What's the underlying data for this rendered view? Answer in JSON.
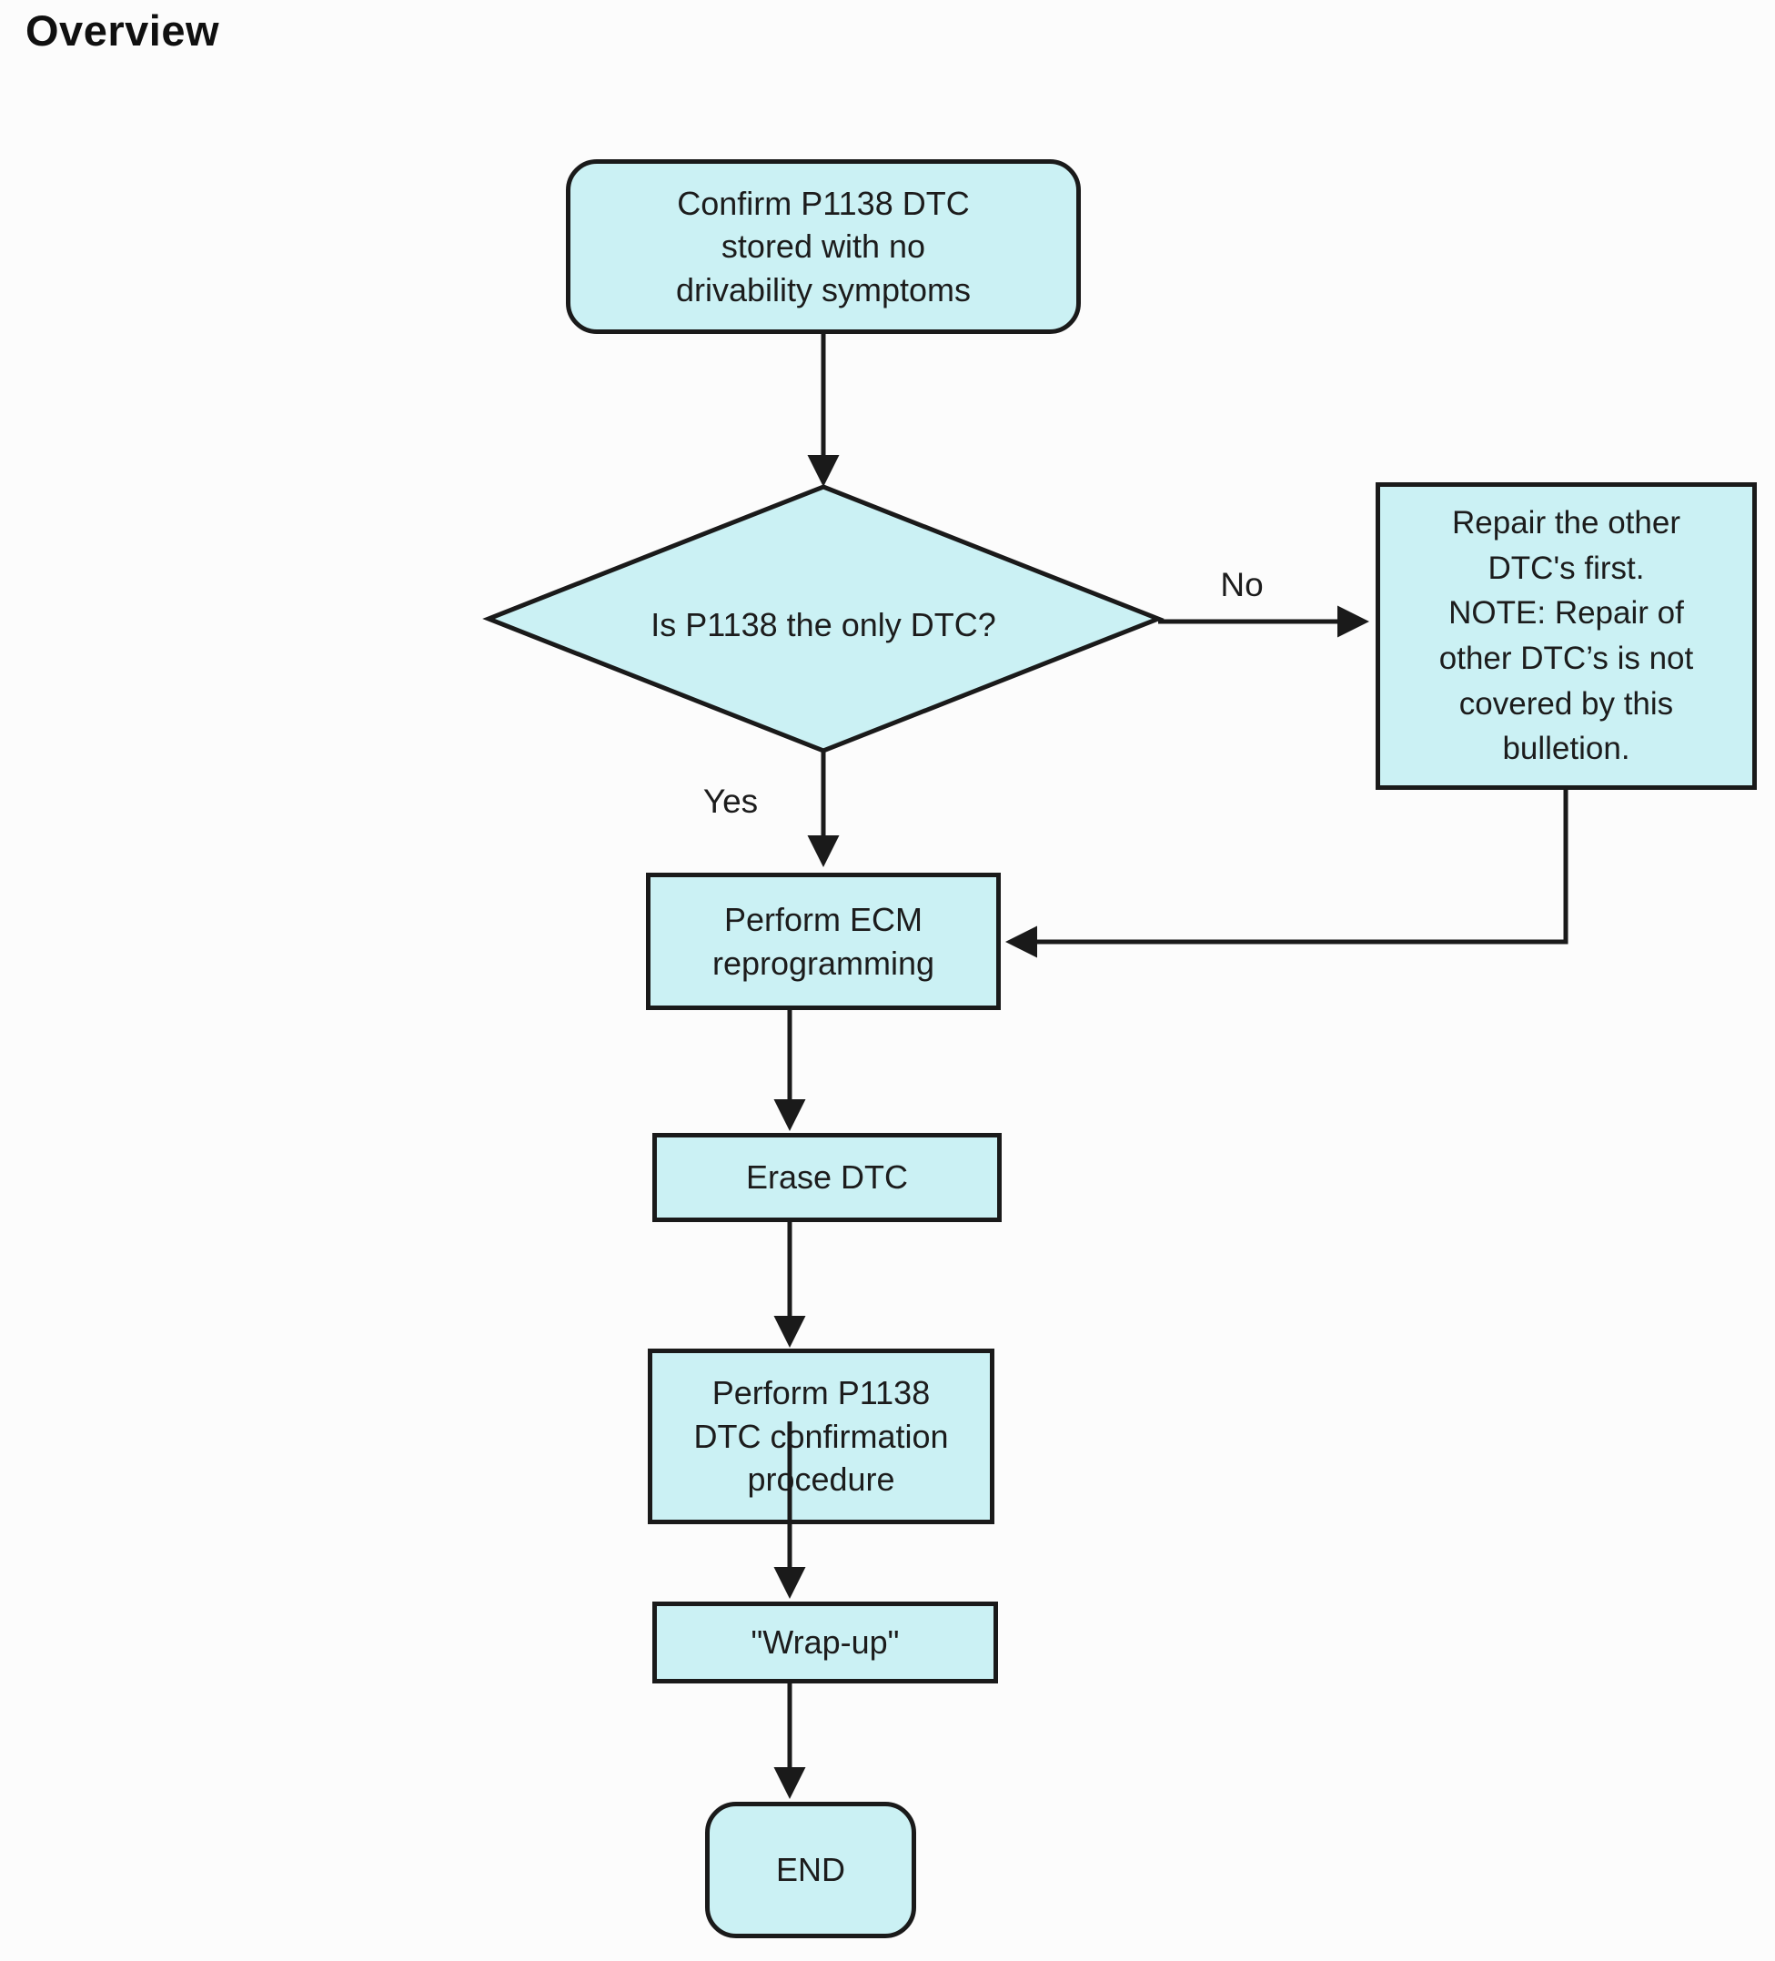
{
  "page": {
    "title": "Overview",
    "background": "#fcfcfc"
  },
  "flowchart": {
    "node_fill": "#cbf1f4",
    "line_color": "#1a1a1a",
    "nodes": {
      "confirm": {
        "shape": "rounded",
        "label": "Confirm P1138 DTC\nstored with no\ndrivability symptoms"
      },
      "decision": {
        "shape": "diamond",
        "label": "Is P1138 the only DTC?"
      },
      "repair_other": {
        "shape": "rect",
        "label": "Repair the other\nDTC's first.\nNOTE: Repair of\nother DTC’s is not\ncovered by this\nbulletion."
      },
      "ecm": {
        "shape": "rect",
        "label": "Perform ECM\nreprogramming"
      },
      "erase": {
        "shape": "rect",
        "label": "Erase DTC"
      },
      "confirm_procedure": {
        "shape": "rect",
        "label": "Perform P1138\nDTC confirmation\nprocedure"
      },
      "wrap_up": {
        "shape": "rect",
        "label": "\"Wrap-up\""
      },
      "end": {
        "shape": "rounded",
        "label": "END"
      }
    },
    "edge_labels": {
      "yes": "Yes",
      "no": "No"
    }
  }
}
